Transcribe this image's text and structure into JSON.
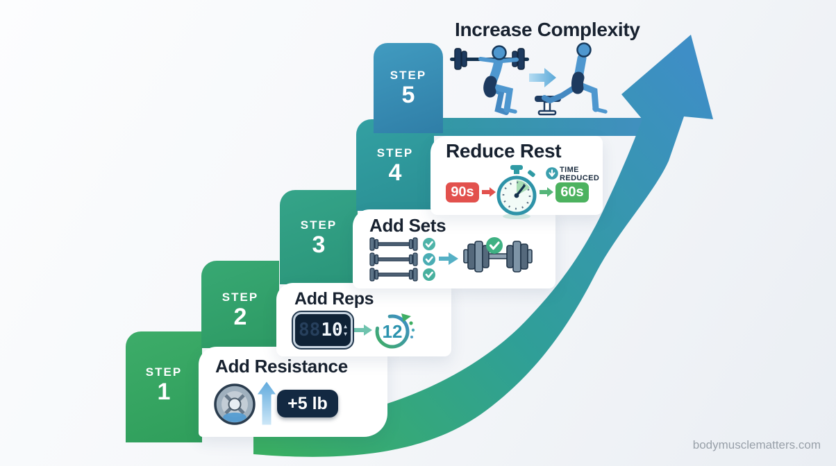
{
  "canvas": {
    "watermark": "bodymusclematters.com"
  },
  "steps": [
    {
      "label": "STEP",
      "number": "1",
      "title": "Add Resistance",
      "color": "#38a763",
      "badge": "+5 lb"
    },
    {
      "label": "STEP",
      "number": "2",
      "title": "Add Reps",
      "color": "#34a46e",
      "counter_ghost": "88",
      "counter_value": "10",
      "counter_up": "▲",
      "counter_down": "▼",
      "target_value": "12"
    },
    {
      "label": "STEP",
      "number": "3",
      "title": "Add Sets",
      "color": "#30a084",
      "sets_count": 3
    },
    {
      "label": "STEP",
      "number": "4",
      "title": "Reduce Rest",
      "color": "#2f9a9d",
      "rest_from": "90s",
      "rest_to": "60s",
      "note_line1": "TIME",
      "note_line2": "REDUCED"
    },
    {
      "label": "STEP",
      "number": "5",
      "title": "Increase Complexity",
      "color": "#3a8db4"
    }
  ],
  "colors": {
    "arrow_green": "#3aaf63",
    "arrow_teal": "#2f9f97",
    "arrow_blue": "#3e8ec6",
    "badge_navy": "#132942",
    "badge_red": "#e2514d",
    "badge_green": "#4cb25f",
    "check_teal": "#4db3a8",
    "check_green": "#3fb183",
    "title_text": "#17212f",
    "figure_blue": "#4e97cf",
    "figure_navy": "#1d3a5f"
  }
}
